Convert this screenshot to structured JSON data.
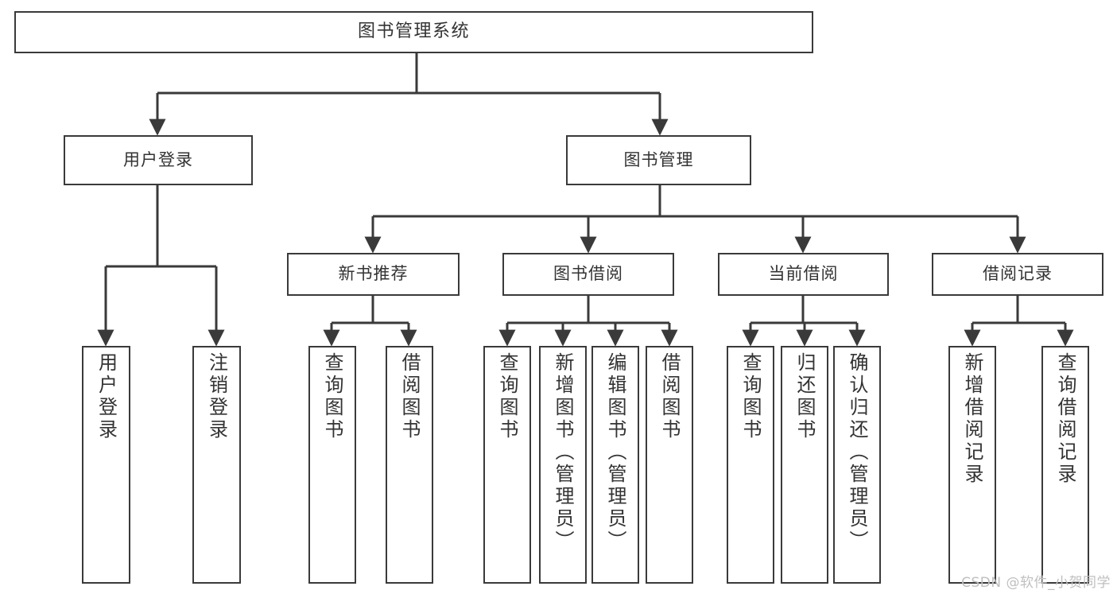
{
  "diagram": {
    "title": "图书管理系统",
    "watermark": "CSDN @软件_小贺同学",
    "colors": {
      "background": "#ffffff",
      "node_fill": "#ffffff",
      "node_border": "#3a3a3a",
      "text": "#333333",
      "connector": "#3a3a3a",
      "watermark": "#bfbfbf"
    },
    "type": "tree-hierarchy",
    "levels": 3,
    "root": {
      "label": "图书管理系统",
      "children": [
        {
          "label": "用户登录",
          "children": [
            {
              "label": "用户登录"
            },
            {
              "label": "注销登录"
            }
          ]
        },
        {
          "label": "图书管理",
          "children": [
            {
              "label": "新书推荐",
              "children": [
                {
                  "label": "查询图书"
                },
                {
                  "label": "借阅图书"
                }
              ]
            },
            {
              "label": "图书借阅",
              "children": [
                {
                  "label": "查询图书"
                },
                {
                  "label": "新增图书（管理员）"
                },
                {
                  "label": "编辑图书（管理员）"
                },
                {
                  "label": "借阅图书"
                }
              ]
            },
            {
              "label": "当前借阅",
              "children": [
                {
                  "label": "查询图书"
                },
                {
                  "label": "归还图书"
                },
                {
                  "label": "确认归还（管理员）"
                }
              ]
            },
            {
              "label": "借阅记录",
              "children": [
                {
                  "label": "新增借阅记录"
                },
                {
                  "label": "查询借阅记录"
                }
              ]
            }
          ]
        }
      ]
    },
    "nodes": {
      "root": "图书管理系统",
      "l1_user_login": "用户登录",
      "l1_book_mgmt": "图书管理",
      "l2_new_book_rec": "新书推荐",
      "l2_book_borrow": "图书借阅",
      "l2_current_borrow": "当前借阅",
      "l2_borrow_record": "借阅记录",
      "leaf_user_login": "用户登录",
      "leaf_logout": "注销登录",
      "leaf_query_book_a": "查询图书",
      "leaf_borrow_book_a": "借阅图书",
      "leaf_query_book_b": "查询图书",
      "leaf_add_book": "新增图书（管理员）",
      "leaf_edit_book": "编辑图书（管理员）",
      "leaf_borrow_book_b": "借阅图书",
      "leaf_query_book_c": "查询图书",
      "leaf_return_book": "归还图书",
      "leaf_confirm_return": "确认归还（管理员）",
      "leaf_add_record": "新增借阅记录",
      "leaf_query_record": "查询借阅记录"
    }
  }
}
